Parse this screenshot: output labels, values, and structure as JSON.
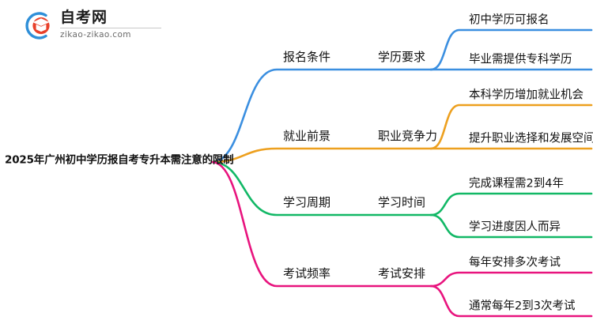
{
  "logo": {
    "mark_name": "zikao-graduation-cap-logo",
    "title": "自考网",
    "domain": "zikao-zikao.com",
    "arc_color": "#2f8fd8",
    "cap_color": "#e8402a"
  },
  "mindmap": {
    "root": {
      "label": "2025年广州初中学历报自考专升本需注意的限制"
    },
    "branches": [
      {
        "color": "#3b8fe0",
        "label": "报名条件",
        "sub_label": "学历要求",
        "leaves": [
          "初中学历可报名",
          "毕业需提供专科学历"
        ]
      },
      {
        "color": "#eda01f",
        "label": "就业前景",
        "sub_label": "职业竞争力",
        "leaves": [
          "本科学历增加就业机会",
          "提升职业选择和发展空间"
        ]
      },
      {
        "color": "#12b866",
        "label": "学习周期",
        "sub_label": "学习时间",
        "leaves": [
          "完成课程需2到4年",
          "学习进度因人而异"
        ]
      },
      {
        "color": "#e8147e",
        "label": "考试频率",
        "sub_label": "考试安排",
        "leaves": [
          "每年安排多次考试",
          "通常每年2到3次考试"
        ]
      }
    ]
  }
}
